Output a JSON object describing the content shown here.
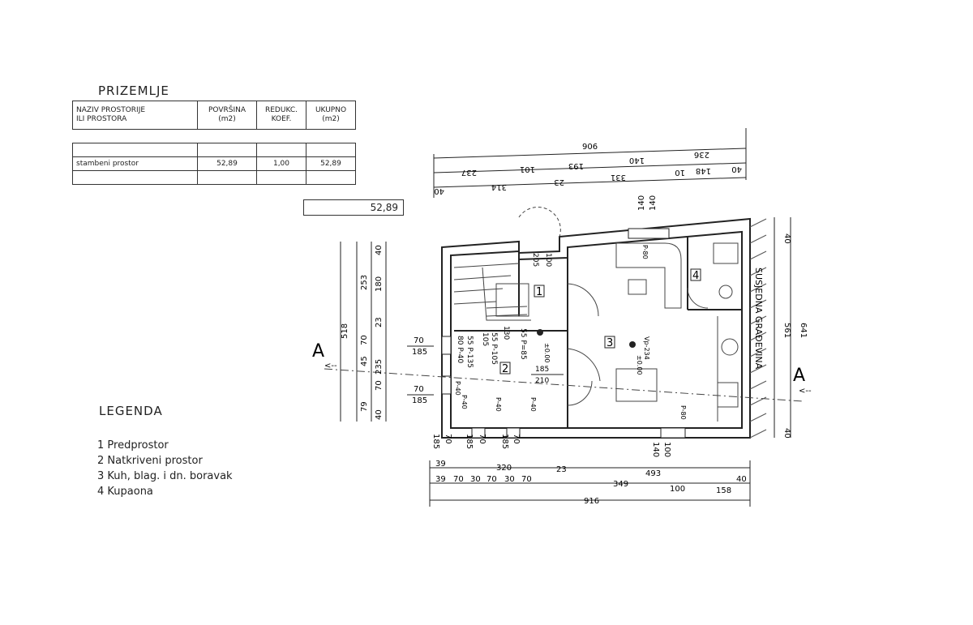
{
  "table": {
    "title": "PRIZEMLJE",
    "headers": [
      "NAZIV PROSTORIJE\nILI PROSTORA",
      "POVRŠINA\n(m2)",
      "REDUKC.\nKOEF.",
      "UKUPNO\n(m2)"
    ],
    "rows": [
      {
        "name": "stambeni prostor",
        "area": "52,89",
        "coef": "1,00",
        "total": "52,89"
      }
    ],
    "grand_total": "52,89"
  },
  "legend": {
    "title": "LEGENDA",
    "items": [
      "1 Predprostor",
      "2 Natkriveni prostor",
      "3 Kuh, blag. i dn. boravak",
      "4 Kupaona"
    ]
  },
  "plan": {
    "section_marker": "A",
    "neighbour_label": "SUSJEDNA GRAĐEVINA",
    "room_numbers": [
      "1",
      "2",
      "3",
      "4"
    ],
    "level_marks": [
      "±0.00",
      "±0.00"
    ],
    "top_dims": {
      "total": "906",
      "row2": [
        "237",
        "101",
        "193",
        "140",
        "236"
      ],
      "row3": [
        "40",
        "314",
        "23",
        "331",
        "10",
        "148",
        "40"
      ],
      "small": [
        "140",
        "140"
      ]
    },
    "bottom_dims": {
      "row1": [
        "39",
        "320",
        "23",
        "493",
        "40"
      ],
      "row2": [
        "39",
        "70",
        "30",
        "70",
        "30",
        "70",
        "349",
        "100",
        "158"
      ],
      "total": "916",
      "under_wall": [
        "185",
        "185",
        "185",
        "70",
        "70",
        "70",
        "140",
        "100"
      ]
    },
    "left_dims": {
      "outer": "518",
      "mid": "253",
      "inner_upper": [
        "180",
        "70"
      ],
      "inner_lower": [
        "235",
        "79"
      ],
      "edge": [
        "40",
        "23",
        "45",
        "70",
        "40"
      ]
    },
    "right_dims": [
      "40",
      "561",
      "641",
      "40"
    ],
    "window_labels": [
      "70",
      "185",
      "70",
      "185"
    ],
    "stair_labels": [
      "205",
      "100"
    ],
    "room2_dims": [
      "80 P-40",
      "55 P-135",
      "55 P-105",
      "105",
      "130",
      "55 P=85",
      "185",
      "210"
    ],
    "parapets": [
      "P-40",
      "P-40",
      "P-40",
      "P-40",
      "P-80",
      "P-80",
      "Vp-234"
    ]
  }
}
